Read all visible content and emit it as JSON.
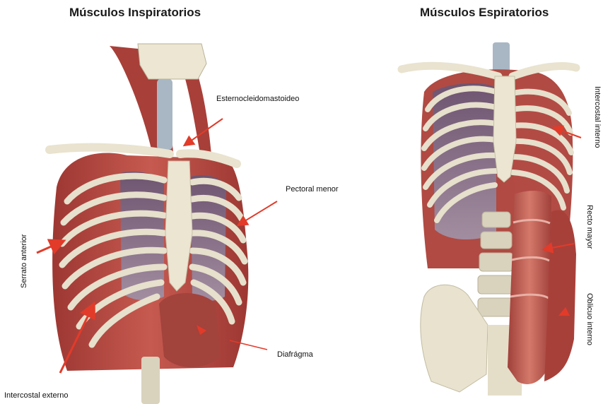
{
  "panels": {
    "inspiratory": {
      "title": "Músculos Inspiratorios",
      "labels": {
        "scm": "Esternocleidomastoideo",
        "pectoral": "Pectoral menor",
        "serratus": "Serrato anterior",
        "diaphragm": "Diafrágma",
        "ext_intercostal": "Intercostal externo"
      }
    },
    "expiratory": {
      "title": "Músculos Espiratorios",
      "labels": {
        "int_intercostal": "Intercostal interno",
        "rectus": "Recto mayor",
        "oblique": "Oblicuo interno"
      }
    }
  },
  "colors": {
    "muscle": "#b5453f",
    "muscle_dark": "#8e2f2b",
    "bone": "#e6e0cc",
    "lung": "#8a6f86",
    "arrow": "#e23b2a",
    "spine": "#a9b7c4"
  }
}
